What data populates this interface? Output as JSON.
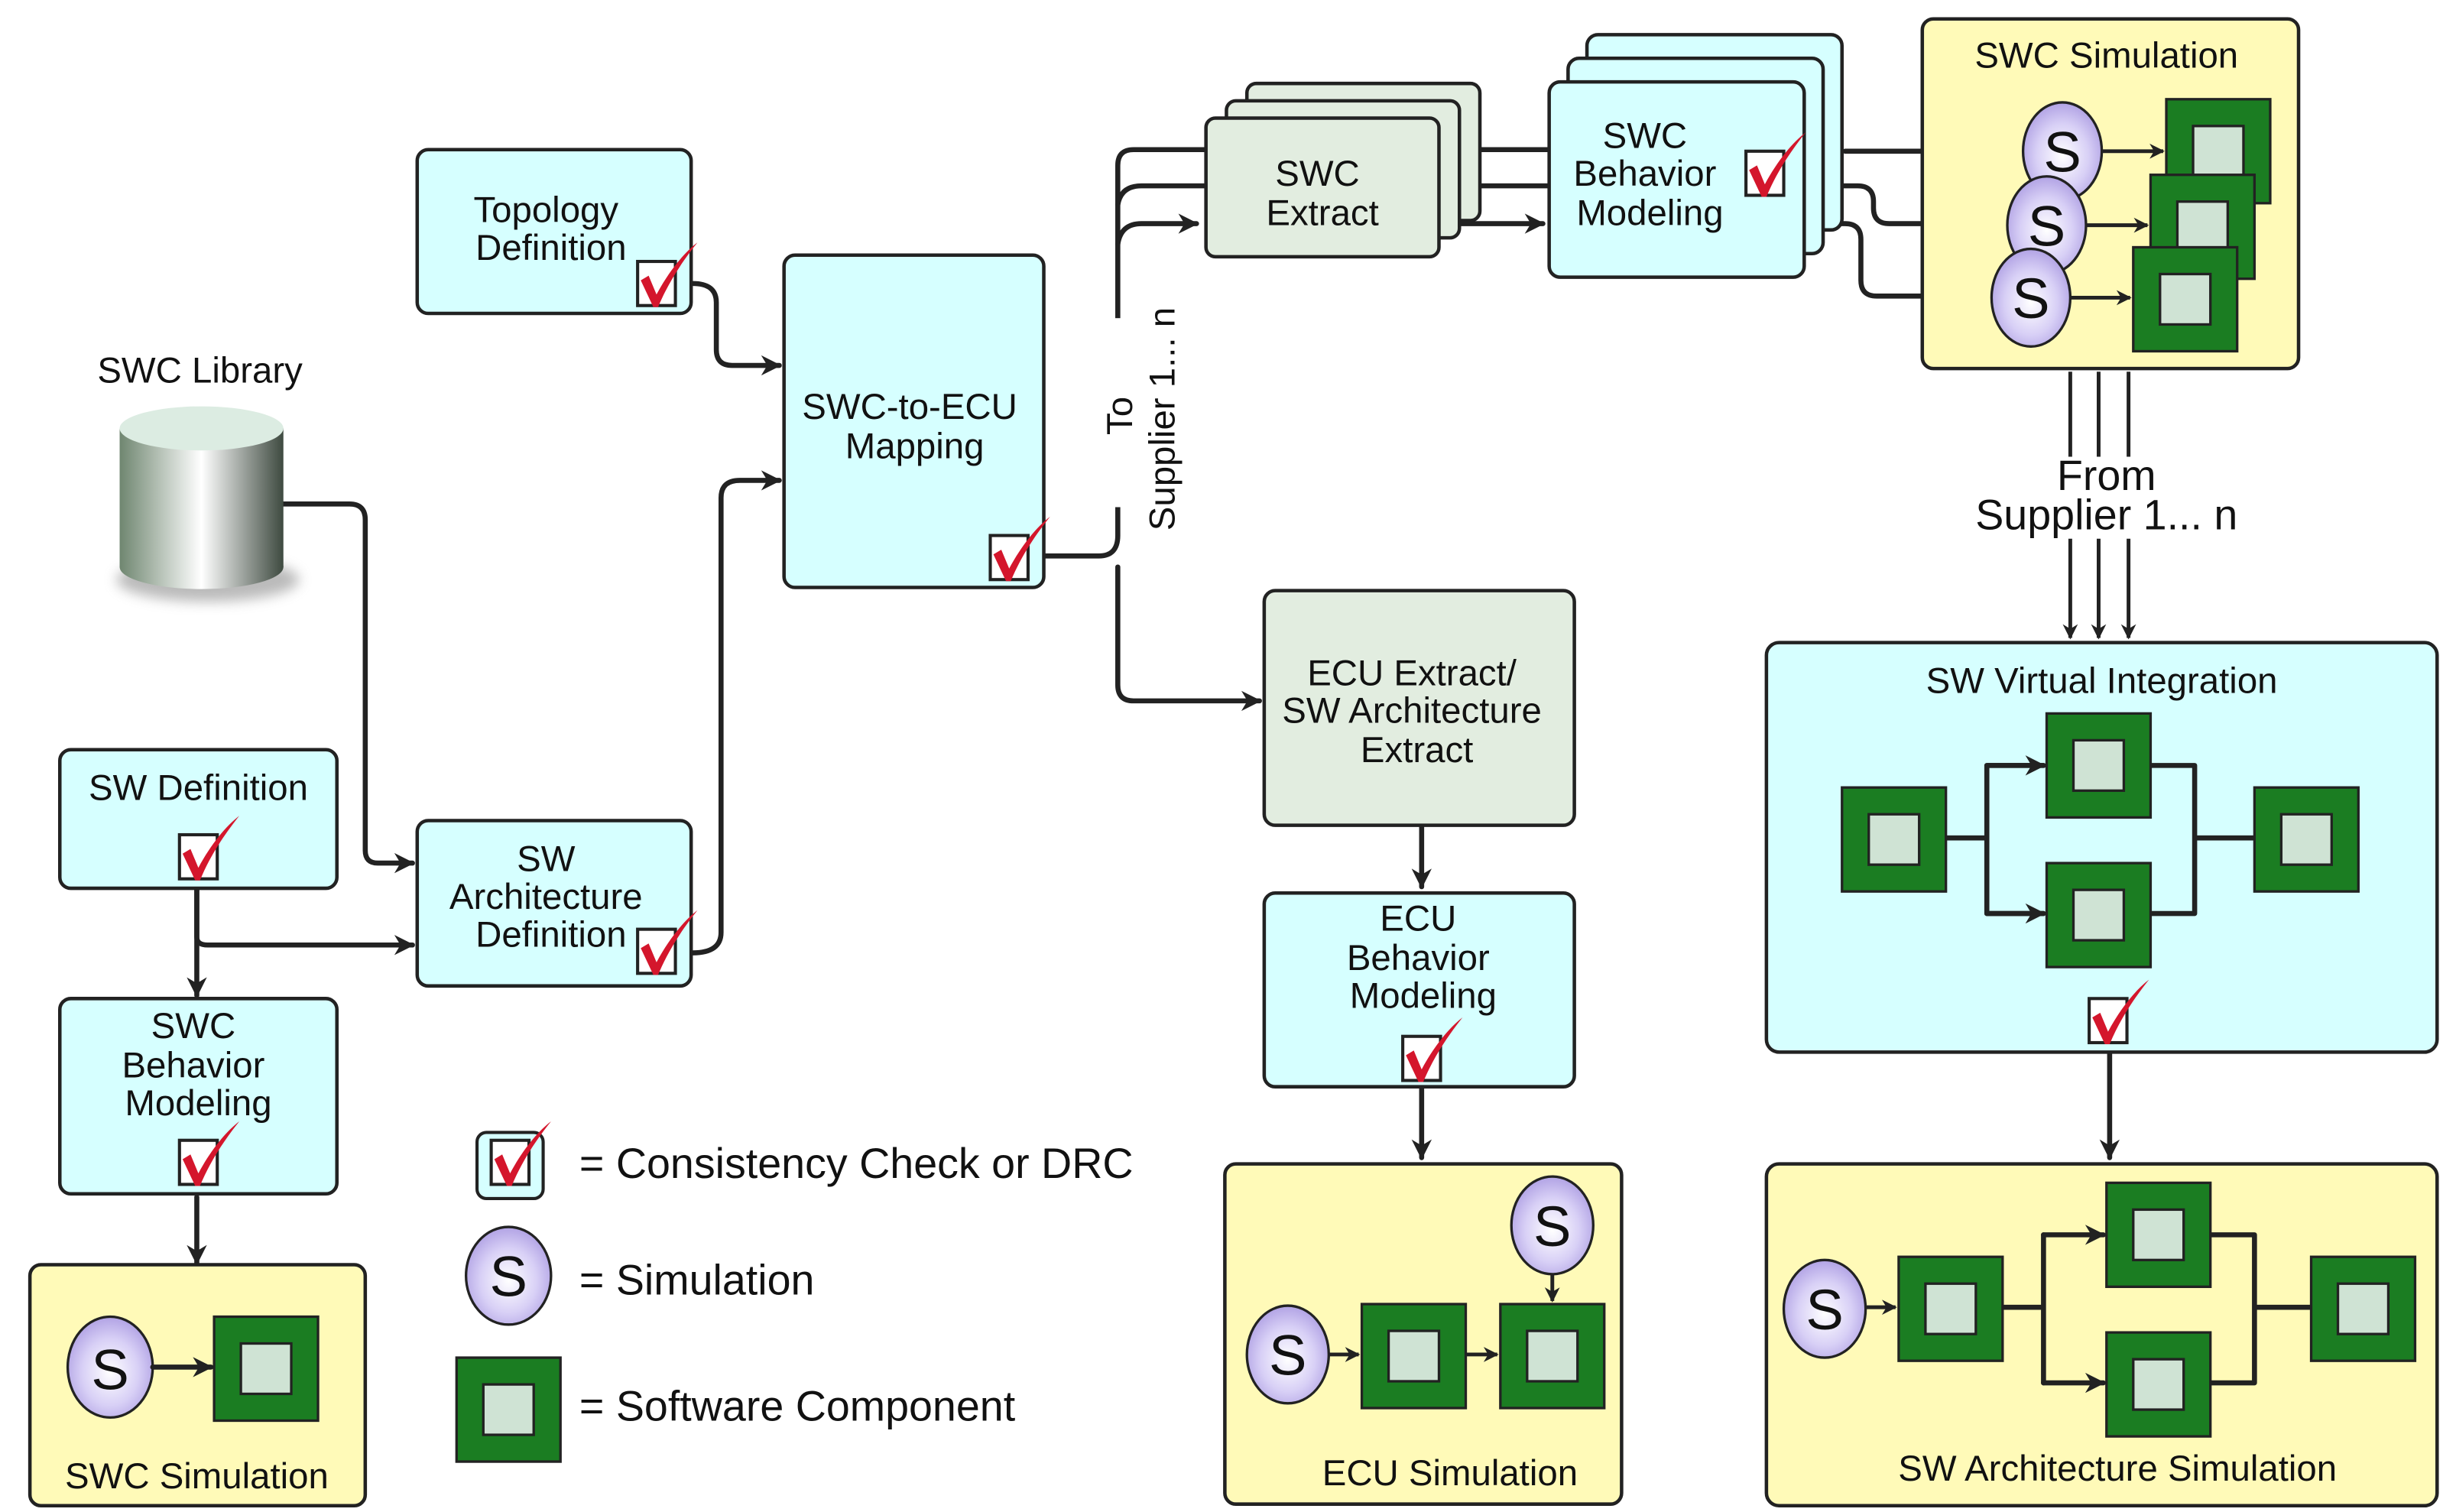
{
  "diagram": {
    "type": "workflow",
    "colors": {
      "definition_box": "#d6ffff",
      "extract_box": "#e2ede0",
      "simulation_box": "#fffab8",
      "software_component": "#1b7d22",
      "software_component_inner": "#cfe3d4",
      "simulation_symbol": "#c8bff0",
      "check_mark": "#d4162c"
    },
    "nodes": {
      "swc_library": "SWC Library",
      "topology_definition": [
        "Topology",
        "Definition"
      ],
      "sw_definition": "SW Definition",
      "sw_architecture_definition": [
        "SW",
        "Architecture",
        "Definition"
      ],
      "swc_behavior_modeling_left": [
        "SWC",
        "Behavior",
        "Modeling"
      ],
      "swc_simulation_left": "SWC Simulation",
      "swc_to_ecu_mapping": [
        "SWC-to-ECU",
        "Mapping"
      ],
      "to_supplier": [
        "To",
        "Supplier 1... n"
      ],
      "swc_extract": [
        "SWC",
        "Extract"
      ],
      "swc_behavior_modeling_top": [
        "SWC",
        "Behavior",
        "Modeling"
      ],
      "swc_simulation_top": "SWC Simulation",
      "from_supplier": [
        "From",
        "Supplier 1... n"
      ],
      "ecu_extract": [
        "ECU Extract/",
        "SW Architecture",
        "Extract"
      ],
      "ecu_behavior_modeling": [
        "ECU",
        "Behavior",
        "Modeling"
      ],
      "ecu_simulation": "ECU Simulation",
      "sw_virtual_integration": "SW Virtual Integration",
      "sw_architecture_simulation": "SW Architecture Simulation"
    },
    "symbols": {
      "simulation_letter": "S"
    },
    "legend": [
      {
        "icon": "check-box-icon",
        "label": "= Consistency Check or DRC"
      },
      {
        "icon": "simulation-icon",
        "label": "= Simulation"
      },
      {
        "icon": "software-component-icon",
        "label": "= Software Component"
      }
    ]
  }
}
